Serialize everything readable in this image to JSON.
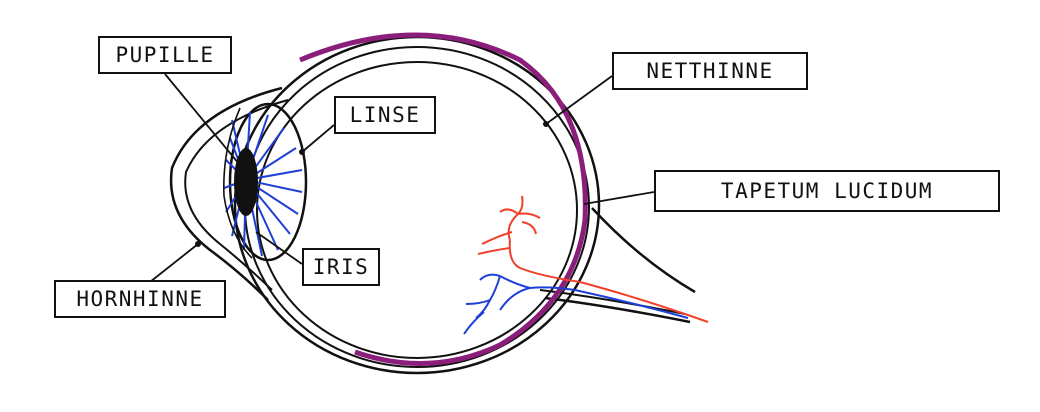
{
  "colors": {
    "ink": "#111111",
    "iris": "#1f3fd6",
    "tapetum": "#8a1e7a",
    "artery": "#f0402a",
    "vein": "#1f3fd6"
  },
  "labels": {
    "pupille": "PUPILLE",
    "linse": "LINSE",
    "iris": "IRIS",
    "hornhinne": "HORNHINNE",
    "netthinne": "NETTHINNE",
    "tapetum": "TAPETUM  LUCIDUM"
  }
}
